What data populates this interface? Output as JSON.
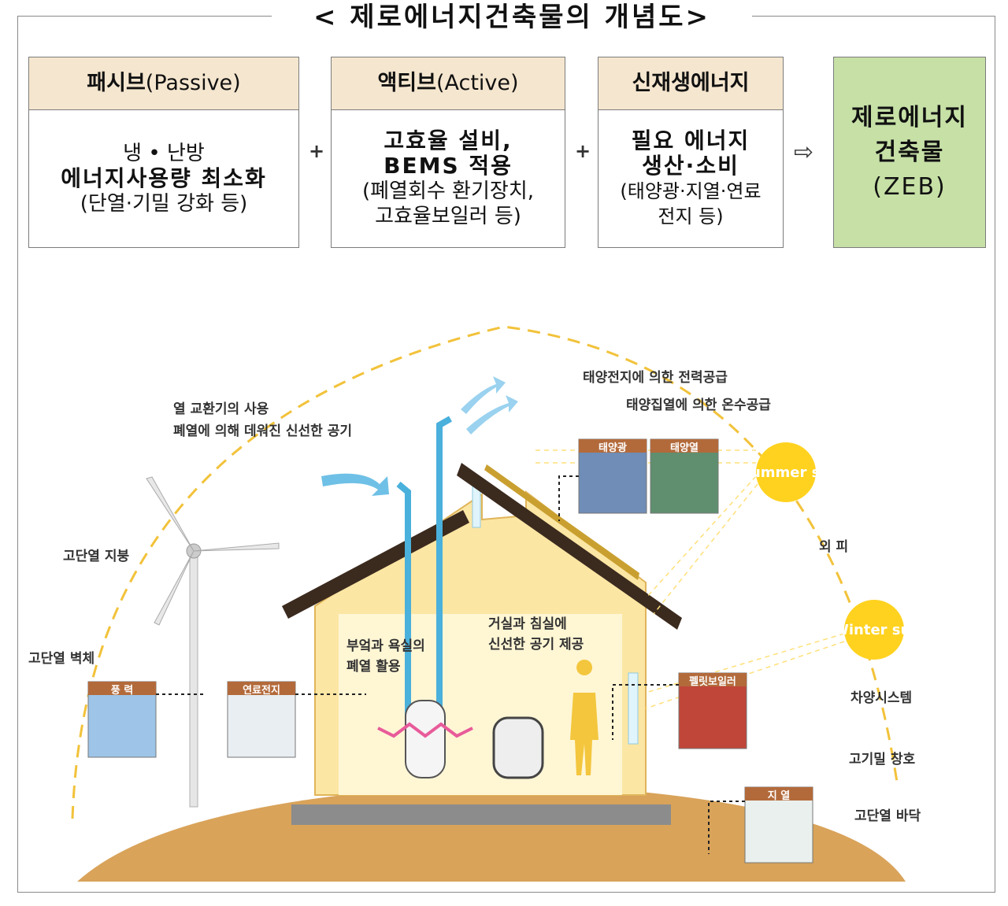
{
  "title": "< 제로에너지건축물의 개념도>",
  "boxes": {
    "passive": {
      "head_ko": "패시브",
      "head_en": "(Passive)",
      "line1": "냉 • 난방",
      "line2": "에너지사용량 최소화",
      "line3": "(단열·기밀 강화 등)"
    },
    "active": {
      "head_ko": "액티브",
      "head_en": "(Active)",
      "line1": "고효율 설비,",
      "line2": "BEMS 적용",
      "line3": "(폐열회수 환기장치,",
      "line4": "고효율보일러 등)"
    },
    "renew": {
      "head": "신재생에너지",
      "line1": "필요 에너지",
      "line2": "생산·소비",
      "line3": "(태양광·지열·연료",
      "line4": "전지 등)"
    }
  },
  "operators": {
    "plus1": "+",
    "plus2": "+",
    "arrow": "⇨"
  },
  "result": {
    "line1": "제로에너지",
    "line2": "건축물",
    "line3": "(ZEB)"
  },
  "labels": {
    "heat_exchanger_1": "열 교환기의 사용",
    "heat_exchanger_2": "폐열에 의해 데워진 신선한 공기",
    "pv_power": "태양전지에 의한 전력공급",
    "solar_heat": "태양집열에 의한 온수공급",
    "roof": "고단열 지붕",
    "wall": "고단열 벽체",
    "kitchen_1": "부엌과 욕실의",
    "kitchen_2": "폐열 활용",
    "living_1": "거실과 침실에",
    "living_2": "신선한 공기 제공",
    "summer_sun": "Summer sun",
    "winter_sun": "Winter sun",
    "shade": "외 피",
    "shading_system": "차양시스템",
    "windows": "고기밀 창호",
    "floor": "고단열 바닥"
  },
  "photos": {
    "pv": "태양광",
    "solar_thermal": "태양열",
    "wind": "풍 력",
    "fuel_cell": "연료전지",
    "pellet_boiler": "펠릿보일러",
    "geothermal": "지 열"
  },
  "colors": {
    "header": "#f5e6cf",
    "result": "#c6e0a6",
    "house": "#fce6a4",
    "roof": "#3b2a1e",
    "ground": "#d9a35a",
    "air": "#4ab0dc",
    "sun": "#ffd21f"
  }
}
